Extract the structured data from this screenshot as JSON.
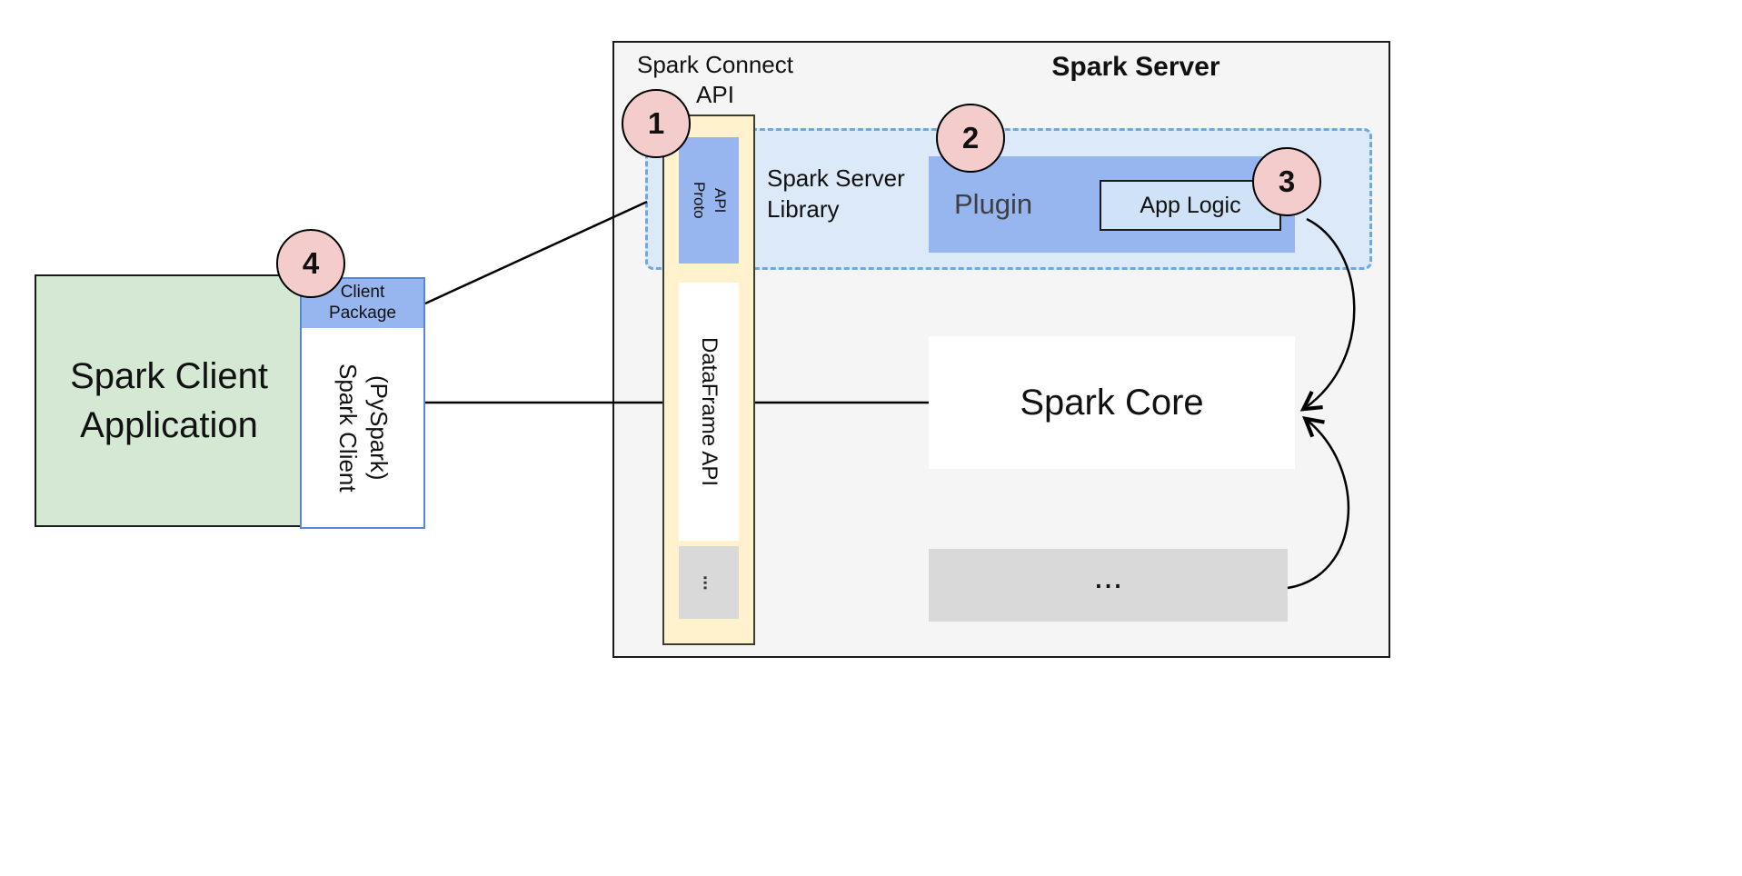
{
  "colors": {
    "canvas": "#ffffff",
    "server_fill": "#f5f5f5",
    "green_fill": "#d5e8d4",
    "blue_fill": "#97b5ef",
    "pale_blue_fill": "#dce9f8",
    "app_logic_fill": "#cfe2f7",
    "yellow_fill": "#fff2cc",
    "gray_fill": "#d9d9d9",
    "badge_fill": "#f4cccc",
    "dashed_border": "#6fa8dc",
    "client_border": "#5a86d5",
    "line": "#000000"
  },
  "client": {
    "app_title": "Spark Client\nApplication",
    "package_label": "Client\nPackage",
    "client_label": "Spark Client\n(PySpark)",
    "badge": "4"
  },
  "server": {
    "title": "Spark Server",
    "connect_api_label": "Spark Connect\nAPI",
    "proto_api_label": "Proto\nAPI",
    "dataframe_api_label": "DataFrame API",
    "api_more_label": "...",
    "library_label": "Spark Server\nLibrary",
    "plugin_label": "Plugin",
    "app_logic_label": "App Logic",
    "core_label": "Spark Core",
    "more_label": "...",
    "badge_proto": "1",
    "badge_plugin": "2",
    "badge_app_logic": "3"
  }
}
